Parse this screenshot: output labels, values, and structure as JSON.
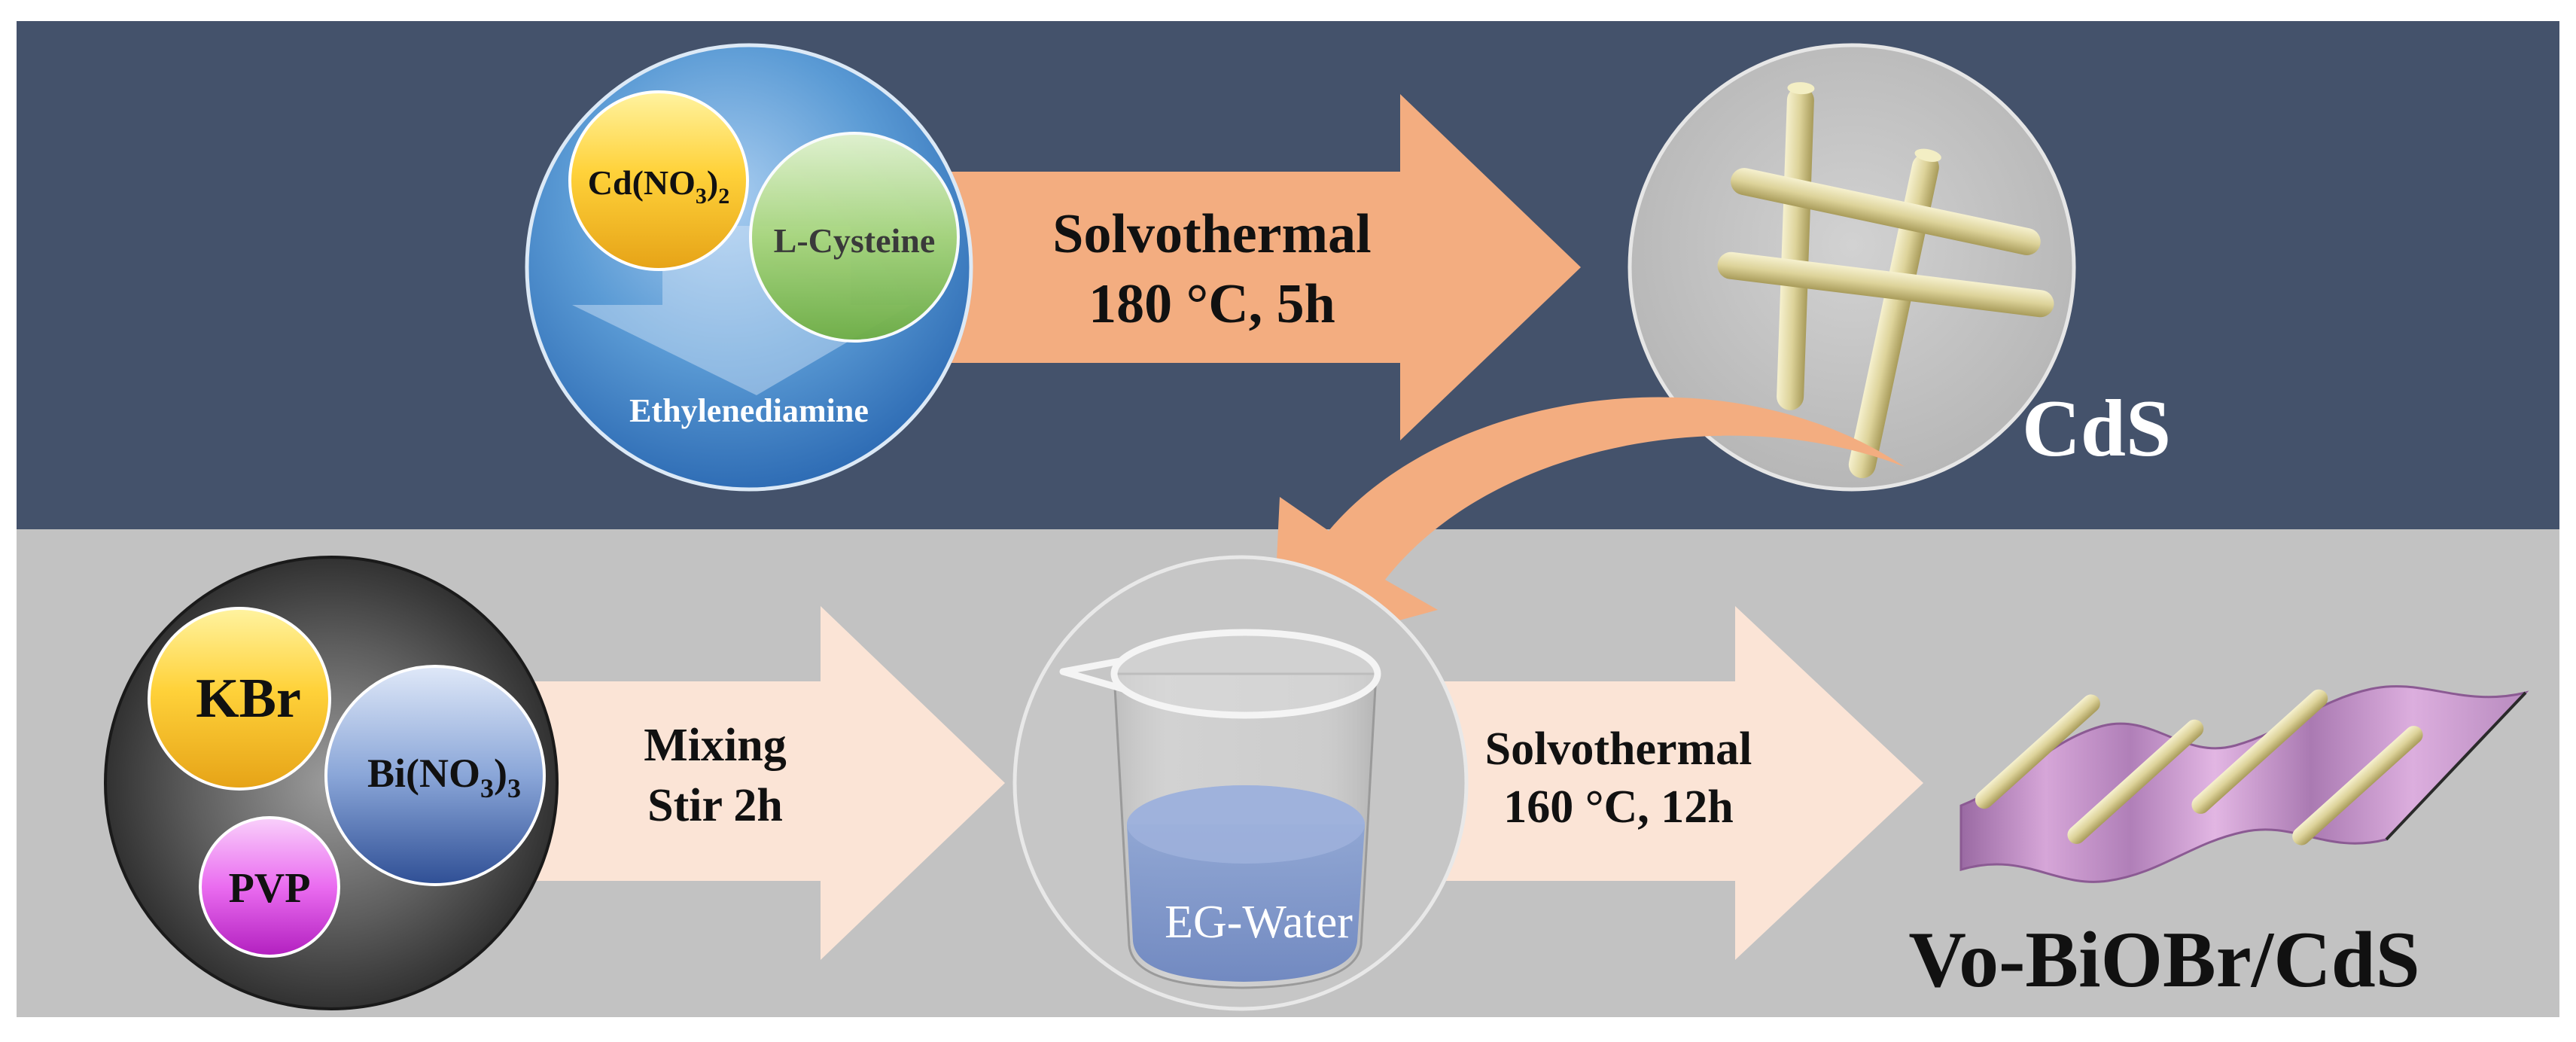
{
  "step1": {
    "reagent_a": {
      "base": "Cd(NO",
      "sub1": "3",
      "mid": ")",
      "sub2": "2"
    },
    "reagent_b": "L-Cysteine",
    "solvent": "Ethylenediamine",
    "process_line1": "Solvothermal",
    "process_line2": "180 °C, 5h",
    "product": "CdS"
  },
  "step2": {
    "reagent_kbr": "KBr",
    "reagent_bi": {
      "base": "Bi(NO",
      "sub1": "3",
      "mid": ")",
      "sub2": "3"
    },
    "reagent_pvp": "PVP",
    "mixing_line1": "Mixing",
    "mixing_line2": "Stir 2h",
    "beaker_label": "EG-Water",
    "process_line1": "Solvothermal",
    "process_line2": "160 °C, 12h",
    "product": "Vo-BiOBr/CdS"
  },
  "colors": {
    "top_panel": "#44526b",
    "bottom_panel": "#c2c2c2",
    "arrow_top": "#f3ad80",
    "arrow_bottom": "#fbe4d6",
    "solvent_circle": "#5b9bd5",
    "cd_circle": "#fbc531",
    "cysteine_circle": "#9bd070",
    "rod": "#e8e0a8",
    "sheet": "#c795c8",
    "pvp_circle": "#e060e8",
    "bi_circle": "#6f8dc6"
  }
}
